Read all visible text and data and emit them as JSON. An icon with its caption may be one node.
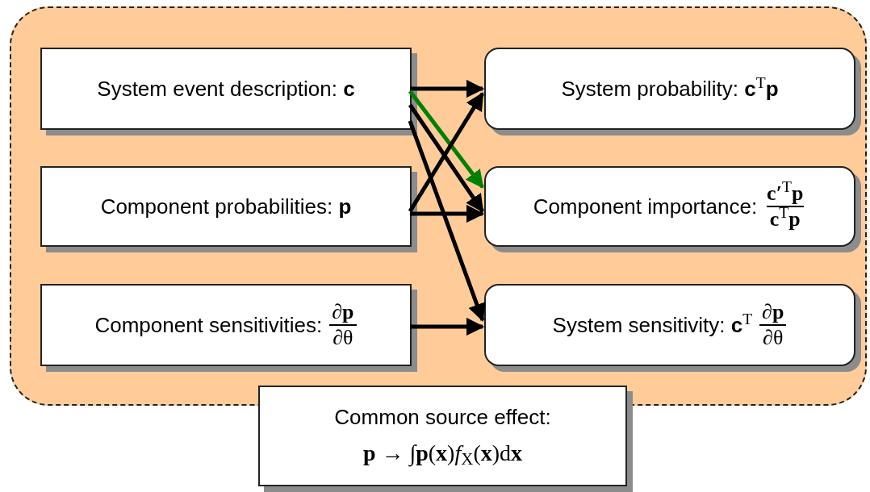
{
  "diagram": {
    "nodes": [
      {
        "text": [],
        "shape": "box"
      },
      {
        "text": [
          "System event description: **c**"
        ],
        "in": 0
      },
      {
        "text": [
          "Component probabilities: **p**"
        ],
        "in": 0
      },
      {
        "text": [
          "Component sensitivities:",
          "∂**p**",
          "∂θ"
        ],
        "in": 0
      },
      {
        "text": [
          "System probability: **c**$^{T}$**p**"
        ],
        "in": 0
      },
      {
        "text": [
          "Component importance:",
          "**c′**$^{T}$**p**",
          "**c**$^{T}$**p**"
        ],
        "in": 0
      },
      {
        "text": [
          "System sensitivity: **c**$^{T}$",
          "∂**p**",
          "∂θ"
        ],
        "in": 0
      },
      {
        "text": [
          "Common source effect:",
          "**p** → ∫**p**(**x**)*f*$_{X}$(**x**)d**x**"
        ]
      }
    ],
    "edges": [
      {
        "from": 1,
        "to": 4,
        "arrow": "to"
      },
      {
        "from": 1,
        "to": 5,
        "arrow": "to",
        "color": "#008000"
      },
      {
        "from": 1,
        "to": 5,
        "arrow": "to"
      },
      {
        "from": 1,
        "to": 6,
        "arrow": "to"
      },
      {
        "from": 2,
        "to": 4,
        "arrow": "to"
      },
      {
        "from": 2,
        "to": 5,
        "arrow": "to"
      },
      {
        "from": 3,
        "to": 6,
        "arrow": "to"
      }
    ]
  }
}
